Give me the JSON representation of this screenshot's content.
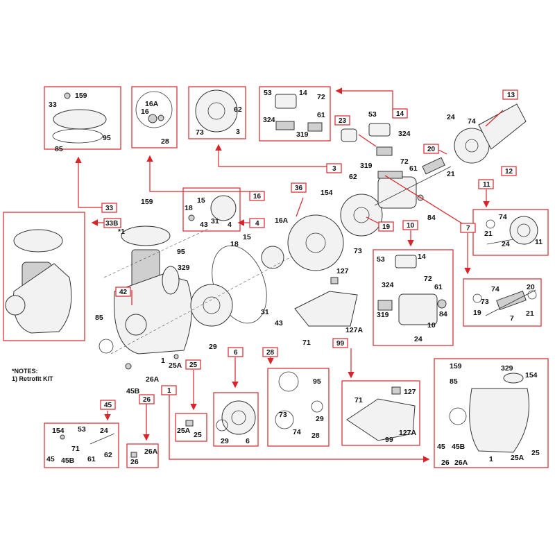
{
  "notes": {
    "heading": "*NOTES:",
    "line1": "1) Retrofit KIT"
  },
  "callout_tags": {
    "t13": "13",
    "t14": "14",
    "t23": "23",
    "t20": "20",
    "t3": "3",
    "t12": "12",
    "t11": "11",
    "t36": "36",
    "t16": "16",
    "t33": "33",
    "t33b": "33B",
    "t4": "4",
    "t19": "19",
    "t10": "10",
    "t7": "7",
    "t42": "42",
    "t6": "6",
    "t28": "28",
    "t99": "99",
    "t25": "25",
    "t1": "1",
    "t45": "45",
    "t26": "26"
  },
  "detail_labels": {
    "b33": [
      "159",
      "33",
      "85",
      "95"
    ],
    "b28top": [
      "16A",
      "16",
      "28"
    ],
    "b3": [
      "62",
      "73",
      "3"
    ],
    "b14": [
      "53",
      "14",
      "72",
      "61",
      "324",
      "319"
    ],
    "b4": [
      "15",
      "18",
      "43",
      "31",
      "4"
    ],
    "b10": [
      "53",
      "14",
      "324",
      "72",
      "61",
      "319",
      "84",
      "10",
      "24"
    ],
    "b11": [
      "74",
      "21",
      "24",
      "11"
    ],
    "b7": [
      "20",
      "74",
      "73",
      "19",
      "21",
      "7"
    ],
    "b6": [
      "29",
      "6"
    ],
    "b28": [
      "95",
      "73",
      "29",
      "74",
      "28"
    ],
    "b99": [
      "127",
      "71",
      "99",
      "127A"
    ],
    "b1": [
      "159",
      "85",
      "329",
      "154",
      "45",
      "45B",
      "26",
      "26A",
      "1",
      "25A",
      "25"
    ],
    "b25": [
      "25A",
      "25"
    ],
    "b45": [
      "154",
      "53",
      "24",
      "71",
      "45",
      "45B",
      "61",
      "62"
    ],
    "b26": [
      "26A",
      "26"
    ]
  },
  "main_labels": [
    "159",
    "95",
    "329",
    "85",
    "45B",
    "26A",
    "25A",
    "1",
    "29",
    "18",
    "15",
    "31",
    "43",
    "16A",
    "154",
    "62",
    "73",
    "24",
    "53",
    "324",
    "319",
    "72",
    "61",
    "21",
    "74",
    "84",
    "127",
    "71",
    "127A",
    "*1"
  ]
}
